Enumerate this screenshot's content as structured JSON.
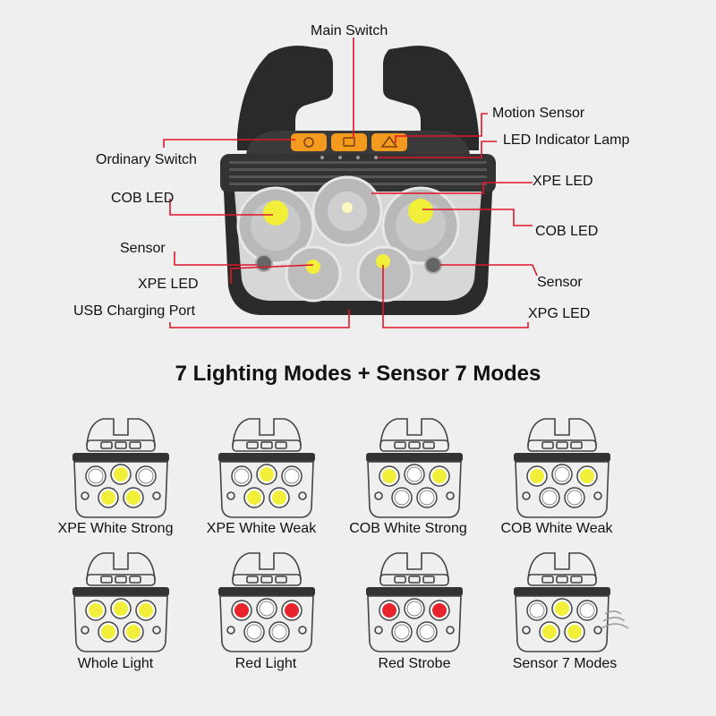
{
  "callouts": {
    "main_switch": "Main Switch",
    "motion_sensor": "Motion Sensor",
    "led_indicator": "LED Indicator Lamp",
    "ordinary_switch": "Ordinary Switch",
    "xpe_led_right": "XPE LED",
    "cob_led_left": "COB LED",
    "cob_led_right": "COB LED",
    "sensor_left": "Sensor",
    "sensor_right": "Sensor",
    "xpe_led_left": "XPE LED",
    "usb_port": "USB Charging Port",
    "xpg_led": "XPG LED"
  },
  "heading": "7 Lighting Modes + Sensor 7 Modes",
  "modes": [
    {
      "label": "XPE White Strong"
    },
    {
      "label": "XPE White Weak"
    },
    {
      "label": "COB White Strong"
    },
    {
      "label": "COB White Weak"
    },
    {
      "label": "Whole Light"
    },
    {
      "label": "Red Light"
    },
    {
      "label": "Red Strobe"
    },
    {
      "label": "Sensor 7 Modes"
    }
  ],
  "colors": {
    "callout_line": "#e0162b",
    "button_orange": "#f39a1f",
    "lit_yellow": "#f2ef3a",
    "lit_red": "#e8232b",
    "body_dark": "#2b2b2b"
  }
}
